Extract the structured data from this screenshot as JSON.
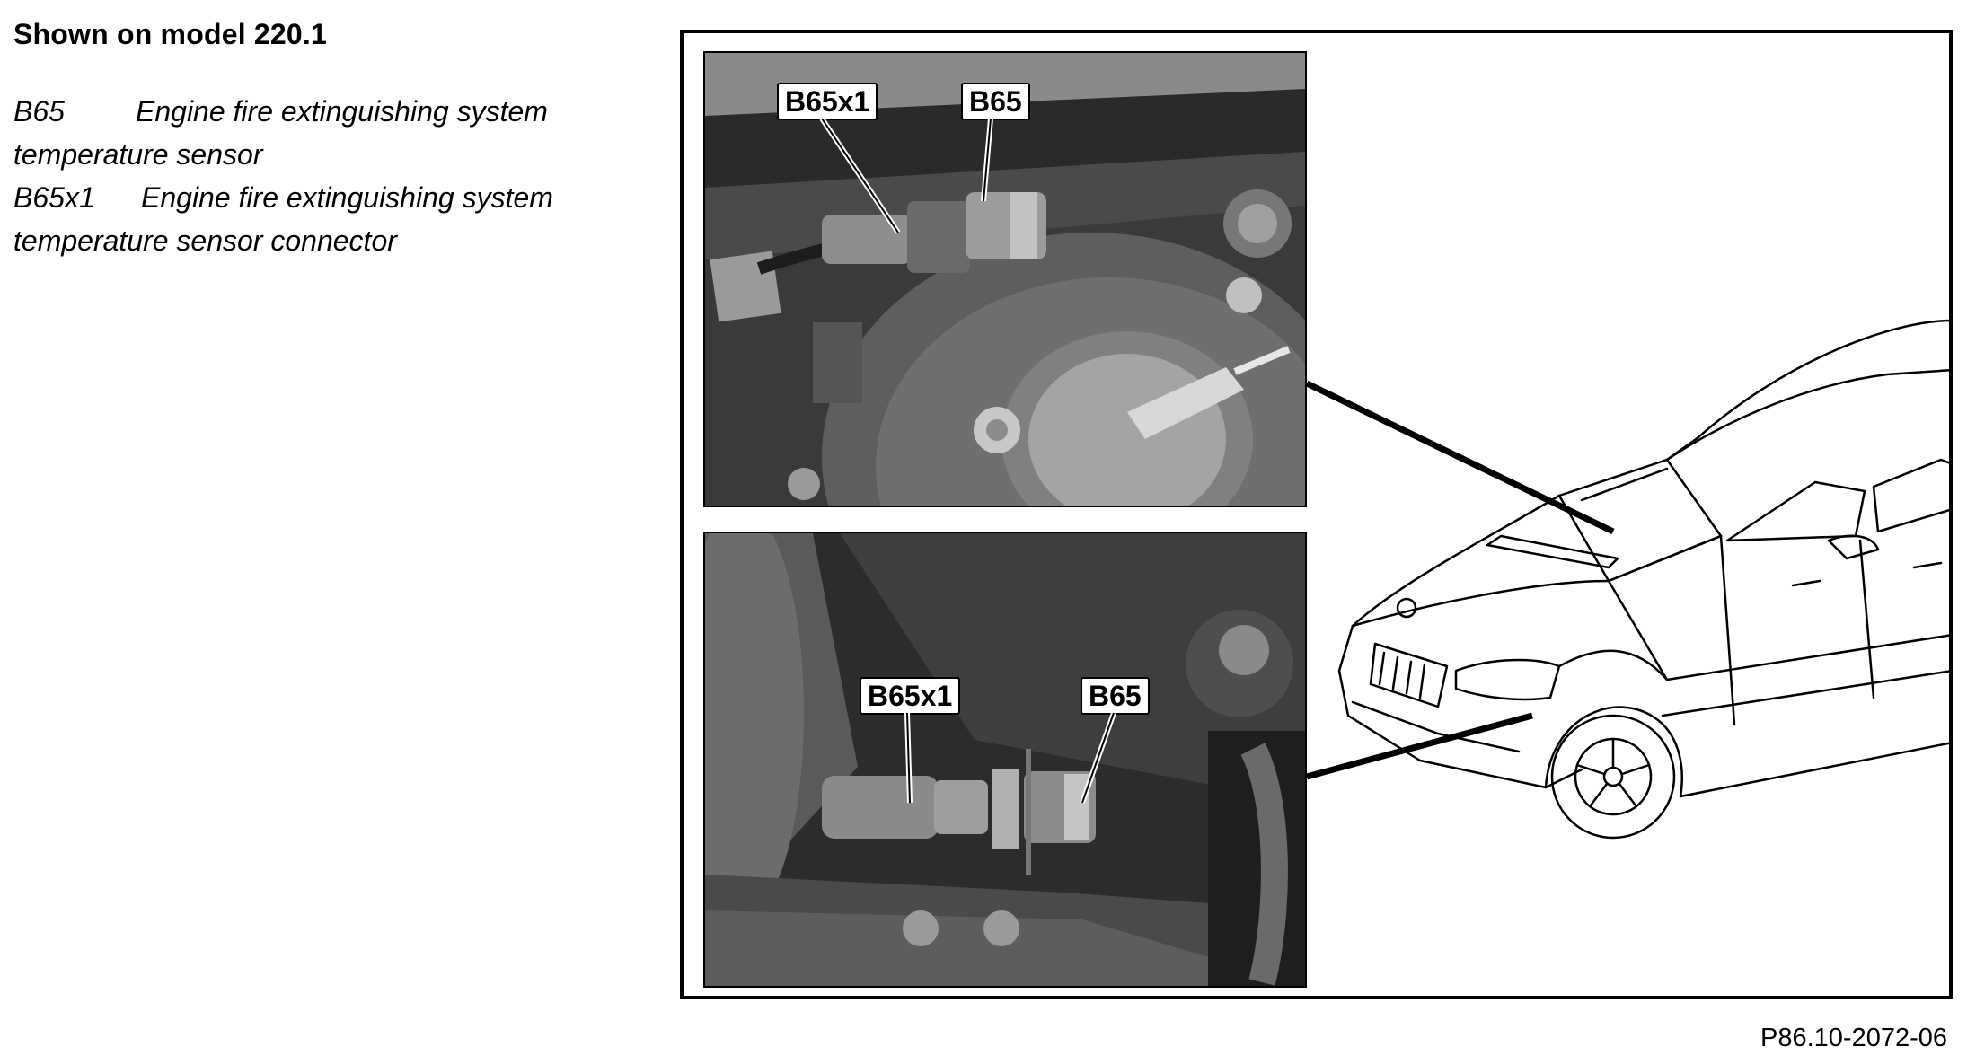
{
  "heading": "Shown on model 220.1",
  "legend": [
    {
      "code": "B65",
      "text": "Engine fire extinguishing system temperature sensor"
    },
    {
      "code": "B65x1",
      "text": "Engine fire extinguishing system temperature sensor connector"
    }
  ],
  "figure": {
    "top_photo": {
      "callouts": {
        "connector": "B65x1",
        "sensor": "B65"
      }
    },
    "bottom_photo": {
      "callouts": {
        "connector": "B65x1",
        "sensor": "B65"
      }
    },
    "car_icon": "sedan-line-drawing",
    "figure_code": "P86.10-2072-06"
  }
}
